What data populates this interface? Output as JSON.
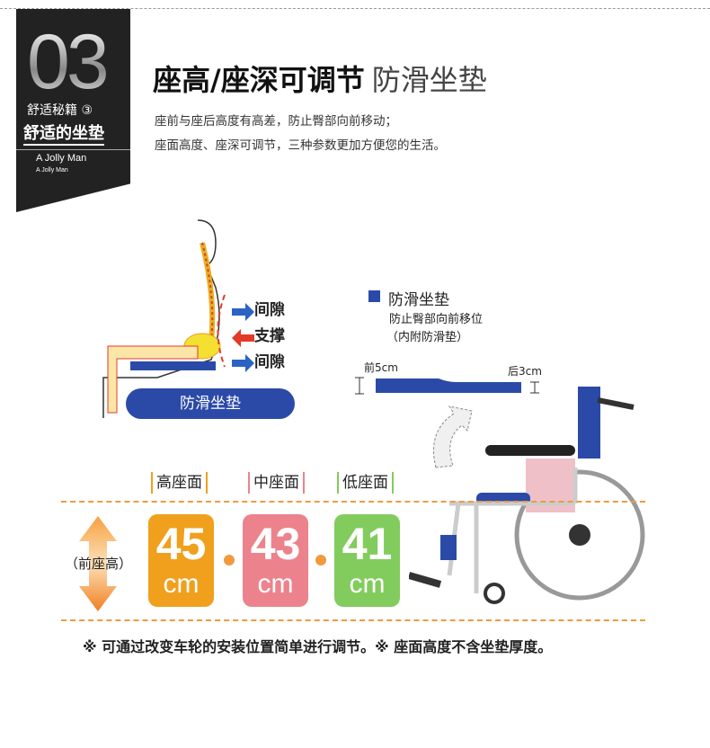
{
  "banner": {
    "number": "03",
    "line1": "舒适秘籍 ③",
    "line2": "舒适的坐垫",
    "en1": "A Jolly Man",
    "en2": "A Jolly Man"
  },
  "header": {
    "title_bold": "座高/座深可调节",
    "title_light": "防滑坐垫",
    "desc1": "座前与座后高度有高差，防止臀部向前移动；",
    "desc2": "座面高度、座深可调节，三种参数更加方便您的生活。"
  },
  "figure": {
    "gap1": "间隙",
    "support": "支撑",
    "gap2": "间隙",
    "cushion_label": "防滑坐垫"
  },
  "legend": {
    "title": "防滑坐垫",
    "line1": "防止臀部向前移位",
    "line2": "（内附防滑垫）",
    "front": "前5cm",
    "back": "后3cm"
  },
  "heights": {
    "label": "（前座高）",
    "options": [
      {
        "name": "高座面",
        "value": "45",
        "unit": "cm",
        "color": "#f0a01c"
      },
      {
        "name": "中座面",
        "value": "43",
        "unit": "cm",
        "color": "#ec838c"
      },
      {
        "name": "低座面",
        "value": "41",
        "unit": "cm",
        "color": "#82cc5e"
      }
    ]
  },
  "footer": {
    "note": "※ 可通过改变车轮的安装位置简单进行调节。※  座面高度不含坐垫厚度。"
  }
}
